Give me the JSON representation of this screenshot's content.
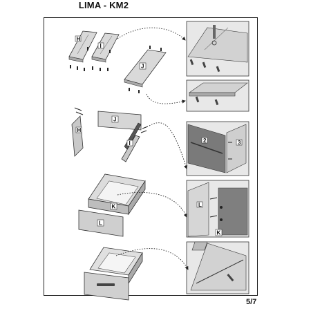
{
  "header": {
    "title": "LIMA - KM2"
  },
  "footer": {
    "page_number": "5/7"
  },
  "part_labels": {
    "H": "H",
    "I": "I",
    "J": "J",
    "K": "K",
    "L": "L",
    "two": "2",
    "three": "3"
  }
}
